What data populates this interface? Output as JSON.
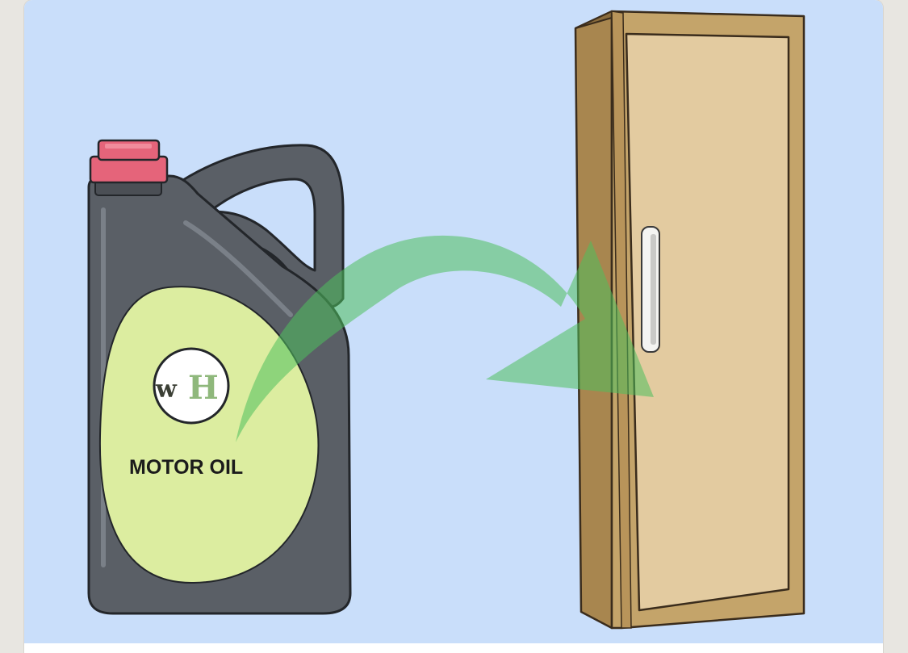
{
  "scene": {
    "jug_label": "MOTOR OIL",
    "logo": {
      "w": "w",
      "h": "H"
    }
  },
  "colors": {
    "background": "#c9defa",
    "jug_body": "#5a5f66",
    "jug_cap": "#e5647a",
    "jug_label": "#dcedA0",
    "arrow": "#5cc26a",
    "cabinet_side": "#a8864f",
    "cabinet_front": "#c4a46a",
    "cabinet_door": "#e3cba0"
  },
  "icons": [
    "motor-oil-jug-icon",
    "arrow-icon",
    "cabinet-icon",
    "wikihow-logo-icon"
  ]
}
